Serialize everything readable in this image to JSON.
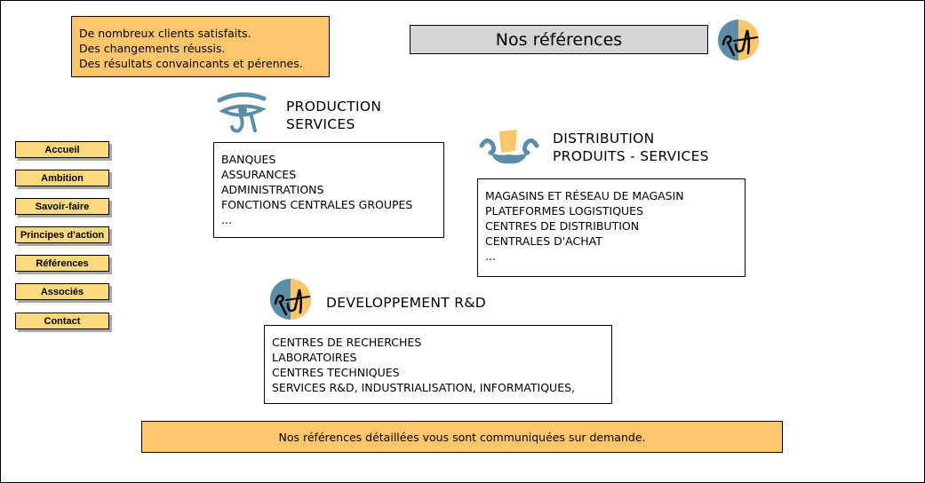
{
  "tagline": {
    "lines": [
      "De nombreux clients satisfaits.",
      "Des changements réussis.",
      "Des résultats convaincants et pérennes."
    ]
  },
  "header": {
    "title": "Nos références"
  },
  "nav": {
    "items": [
      {
        "label": "Accueil"
      },
      {
        "label": "Ambition"
      },
      {
        "label": "Savoir-faire"
      },
      {
        "label": "Principes d'action"
      },
      {
        "label": "Références"
      },
      {
        "label": "Associés"
      },
      {
        "label": "Contact"
      }
    ]
  },
  "sections": {
    "production": {
      "title_lines": [
        "PRODUCTION",
        "SERVICES"
      ],
      "icon": "eye-of-horus-icon",
      "items": [
        "BANQUES",
        "ASSURANCES",
        "ADMINISTRATIONS",
        "FONCTIONS CENTRALES GROUPES",
        "..."
      ]
    },
    "distribution": {
      "title_lines": [
        "DISTRIBUTION",
        "PRODUITS - SERVICES"
      ],
      "icon": "basket-icon",
      "items": [
        "MAGASINS ET RÉSEAU DE MAGASIN",
        "PLATEFORMES LOGISTIQUES",
        "CENTRES DE DISTRIBUTION",
        "CENTRALES D'ACHAT",
        "..."
      ]
    },
    "rd": {
      "title_lines": [
        "DEVELOPPEMENT R&D"
      ],
      "icon": "rd-logo-icon",
      "items": [
        "CENTRES DE RECHERCHES",
        "LABORATOIRES",
        "CENTRES TECHNIQUES",
        "SERVICES R&D, INDUSTRIALISATION, INFORMATIQUES,"
      ]
    }
  },
  "footer": {
    "text": "Nos références détaillées vous sont communiquées sur demande."
  },
  "colors": {
    "accent": "#fdc66b",
    "button": "#fdd97e",
    "title_bg": "#d6d6d6",
    "icon_blue": "#5b8ea6"
  }
}
